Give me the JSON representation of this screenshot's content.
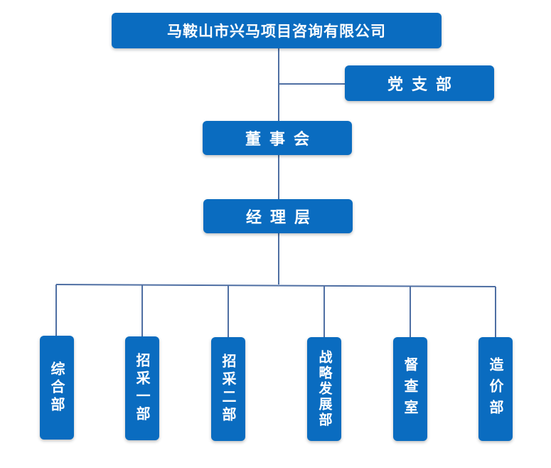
{
  "colors": {
    "box_fill": "#0a6cc0",
    "connector": "#4f6fa3",
    "text": "#ffffff"
  },
  "org": {
    "company": "马鞍山市兴马项目咨询有限公司",
    "party_branch": "党支部",
    "board": "董事会",
    "management": "经理层",
    "departments": [
      {
        "label": "综合部"
      },
      {
        "label": "招采一部"
      },
      {
        "label": "招采二部"
      },
      {
        "label": "战略发展部"
      },
      {
        "label": "督查室"
      },
      {
        "label": "造价部"
      }
    ]
  }
}
